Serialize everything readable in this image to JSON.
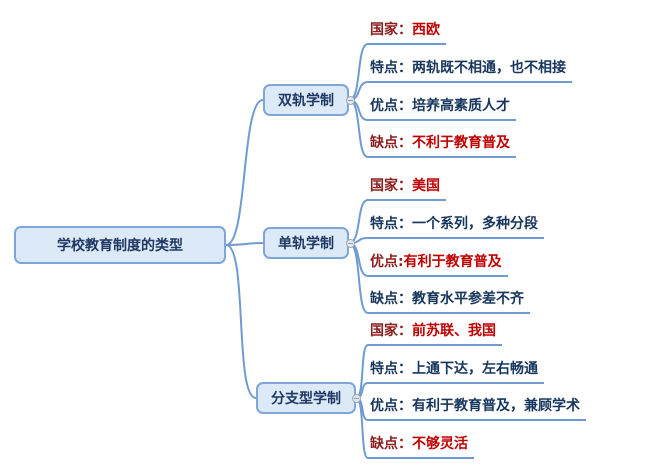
{
  "root": {
    "label": "学校教育制度的类型"
  },
  "branches": [
    {
      "label": "双轨学制",
      "items": [
        {
          "prefix": "国家：",
          "value": "西欧"
        },
        {
          "prefix": "特点：",
          "value": "两轨既不相通，也不相接"
        },
        {
          "prefix": "优点：",
          "value": "培养高素质人才"
        },
        {
          "prefix": "缺点：",
          "value": "不利于教育普及"
        }
      ]
    },
    {
      "label": "单轨学制",
      "items": [
        {
          "prefix": "国家：",
          "value": "美国"
        },
        {
          "prefix": "特点：",
          "value": "一个系列，多种分段"
        },
        {
          "prefix": "优点:",
          "value": "有利于教育普及"
        },
        {
          "prefix": "缺点：",
          "value": "教育水平参差不齐"
        }
      ]
    },
    {
      "label": "分支型学制",
      "items": [
        {
          "prefix": "国家：",
          "value": "前苏联、我国"
        },
        {
          "prefix": "特点：",
          "value": "上通下达，左右畅通"
        },
        {
          "prefix": "优点：",
          "value": "有利于教育普及，兼顾学术"
        },
        {
          "prefix": "缺点：",
          "value": "不够灵活"
        }
      ]
    }
  ],
  "colors": {
    "node_fill": "#dce9f6",
    "node_border": "#7ea6d8",
    "node_text": "#1f3864",
    "connector_line": "#6f9bd1",
    "leaf_text_navy": "#17365d",
    "leaf_text_red": "#c00000",
    "leaf_text_dark_red": "#8b1d1d"
  }
}
